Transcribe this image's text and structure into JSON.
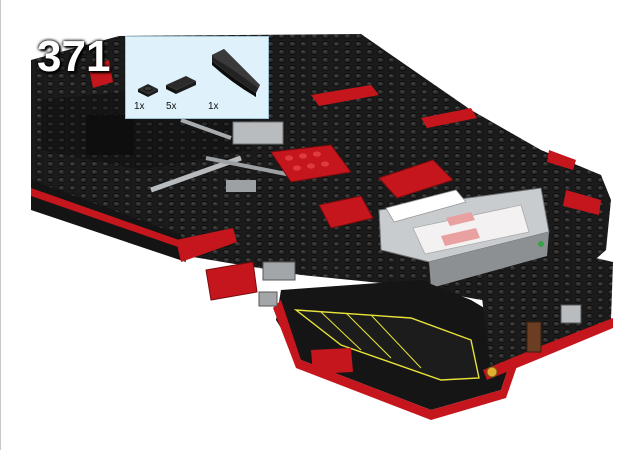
{
  "step": {
    "number": "371"
  },
  "parts_list": {
    "items": [
      {
        "name": "plate-1x1-black",
        "quantity": "1x"
      },
      {
        "name": "tile-1x2-black",
        "quantity": "5x"
      },
      {
        "name": "curved-slope-black",
        "quantity": "1x"
      }
    ]
  },
  "colors": {
    "brick_black": "#1a1a1a",
    "brick_red": "#c4161c",
    "light_gray": "#b9bcbf",
    "parts_background": "#dff1fb",
    "trim_yellow": "#e8e23a"
  }
}
